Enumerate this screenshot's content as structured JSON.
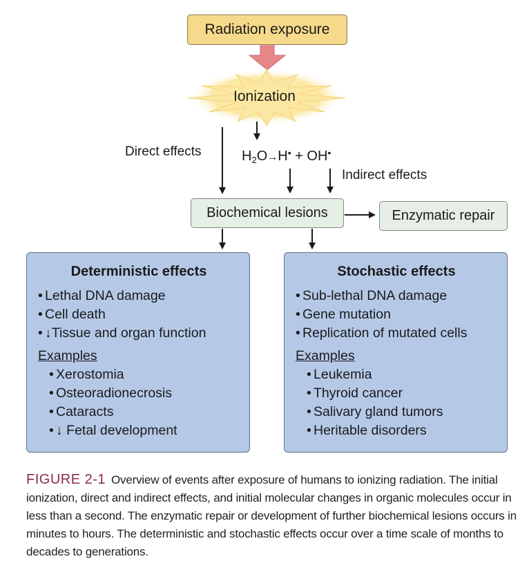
{
  "diagram": {
    "top_box": "Radiation exposure",
    "ionization": "Ionization",
    "direct_effects": "Direct effects",
    "indirect_effects": "Indirect effects",
    "reaction": {
      "h2o_h": "H",
      "h2o_sub": "2",
      "h2o_o": "O",
      "arrow": "→",
      "h_radical": "H",
      "plus": " + ",
      "oh_radical": "OH",
      "dot": "•"
    },
    "biochemical_lesions": "Biochemical lesions",
    "enzymatic_repair": "Enzymatic repair",
    "deterministic": {
      "title": "Deterministic effects",
      "items": [
        "Lethal DNA damage",
        "Cell death",
        "↓Tissue and organ function"
      ],
      "examples_title": "Examples",
      "examples": [
        "Xerostomia",
        "Osteoradionecrosis",
        "Cataracts",
        "↓ Fetal development"
      ]
    },
    "stochastic": {
      "title": "Stochastic effects",
      "items": [
        "Sub-lethal DNA damage",
        "Gene mutation",
        "Replication of mutated cells"
      ],
      "examples_title": "Examples",
      "examples": [
        "Leukemia",
        "Thyroid cancer",
        "Salivary gland tumors",
        "Heritable disorders"
      ]
    }
  },
  "caption": {
    "figure_label": "FIGURE 2-1",
    "text": "Overview of events after exposure of humans to ionizing radiation. The initial ionization, direct and indirect effects, and initial molecular changes in organic molecules occur in less than a second. The enzymatic repair or development of further biochemical lesions occurs in minutes to hours. The deterministic and stochastic effects occur over a time scale of months to decades to generations."
  },
  "colors": {
    "top_box": "#f6d98a",
    "burst": "#fbe7a1",
    "big_arrow": "#e8878a",
    "green_box": "#e6efe5",
    "panel": "#b5c9e7",
    "figure_label": "#8b2a4a"
  }
}
